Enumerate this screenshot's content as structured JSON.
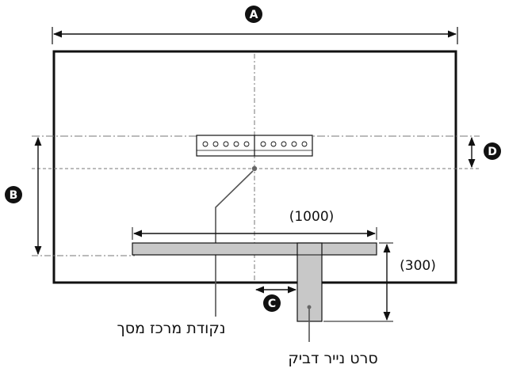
{
  "diagram": {
    "markers": {
      "a": "A",
      "b": "B",
      "c": "C",
      "d": "D"
    },
    "dimensions": {
      "width": "(1000)",
      "height": "(300)"
    },
    "labels": {
      "screen_center": "נקודת מרכז מסך",
      "adhesive_tape": "סרט נייר דביק"
    },
    "colors": {
      "line": "#111111",
      "tape_fill": "#c8c8c8",
      "badge": "#111111",
      "background": "#ffffff"
    }
  }
}
